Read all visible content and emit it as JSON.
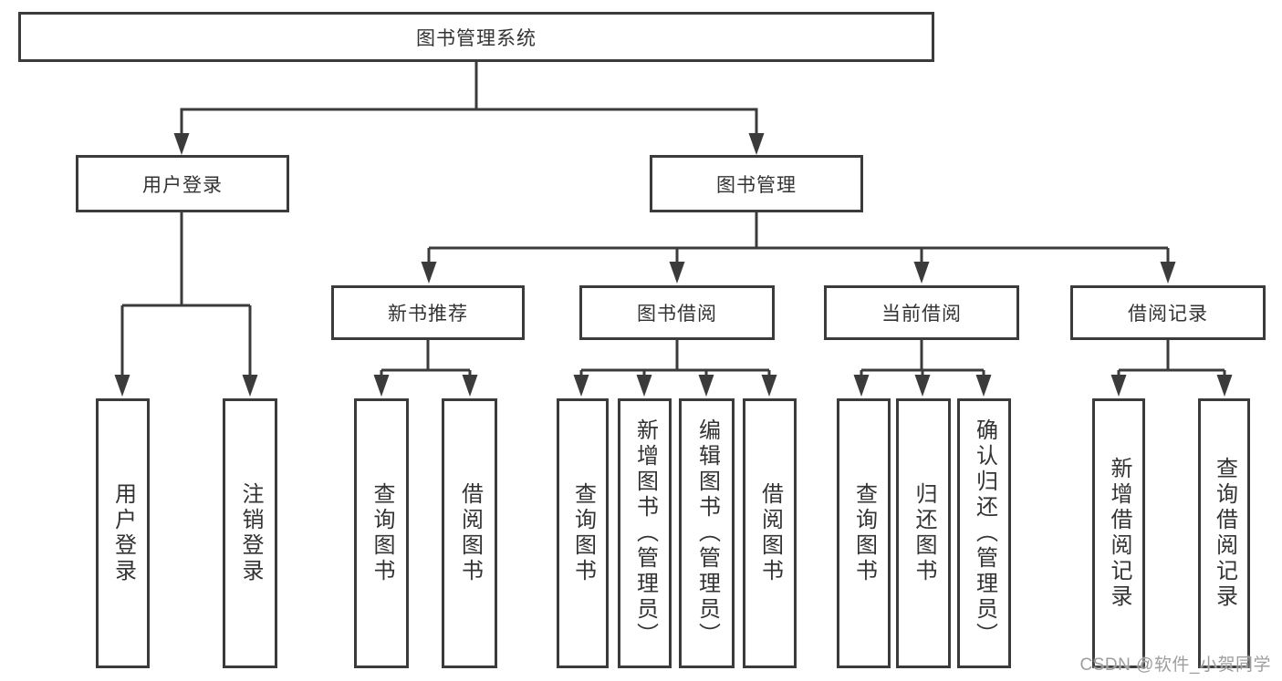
{
  "diagram": {
    "title": "图书管理系统",
    "colors": {
      "line": "#3b3b3b",
      "box_border": "#3b3b3b",
      "box_fill": "#ffffff",
      "text": "#333333",
      "watermark_text": "#9e9e9e",
      "background": "#ffffff"
    },
    "nodes": {
      "system": "图书管理系统",
      "user_login": "用户登录",
      "book_management": "图书管理",
      "new_book_recommend": "新书推荐",
      "book_borrowing": "图书借阅",
      "current_borrowing": "当前借阅",
      "borrowing_records": "借阅记录",
      "leaf_user_login": "用户登录",
      "leaf_logout": "注销登录",
      "rec_query_books": "查询图书",
      "rec_borrow_books": "借阅图书",
      "borrow_query_books": "查询图书",
      "borrow_add_books": "新增图书（管理员）",
      "borrow_edit_books": "编辑图书（管理员）",
      "borrow_borrow_books": "借阅图书",
      "current_query_books": "查询图书",
      "current_return_books": "归还图书",
      "current_confirm_return": "确认归还（管理员）",
      "records_add_record": "新增借阅记录",
      "records_query_record": "查询借阅记录"
    },
    "watermark": "CSDN @软件_小贺同学"
  }
}
